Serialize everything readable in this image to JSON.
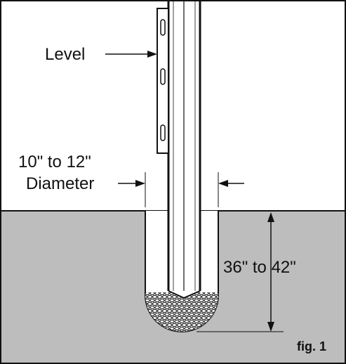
{
  "colors": {
    "ground": "#bdbdbd",
    "line": "#111111",
    "background": "#ffffff"
  },
  "labels": {
    "level": "Level",
    "diameter_line1": "10\" to 12\"",
    "diameter_line2": "Diameter",
    "depth": "36\" to 42\"",
    "figure": "fig. 1"
  }
}
